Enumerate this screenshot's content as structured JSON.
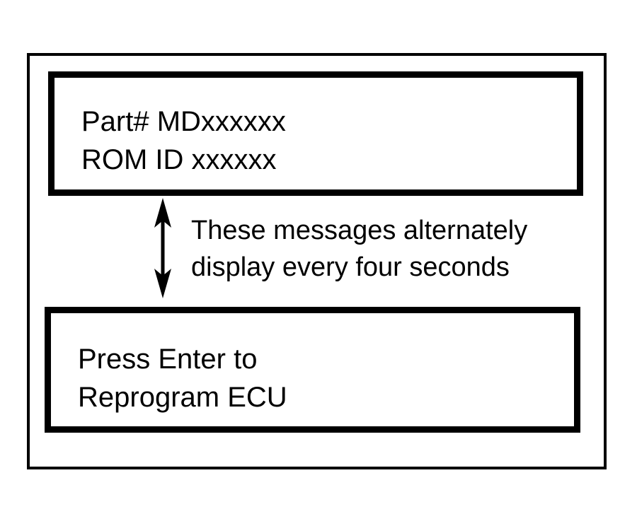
{
  "top_screen": {
    "line1": "Part# MDxxxxxx",
    "line2": "ROM ID xxxxxx"
  },
  "note": {
    "line1": "These messages alternately",
    "line2": "display every four seconds"
  },
  "bottom_screen": {
    "line1": "Press Enter to",
    "line2": "Reprogram ECU"
  },
  "icons": {
    "arrow": "double-headed-vertical-arrow"
  }
}
